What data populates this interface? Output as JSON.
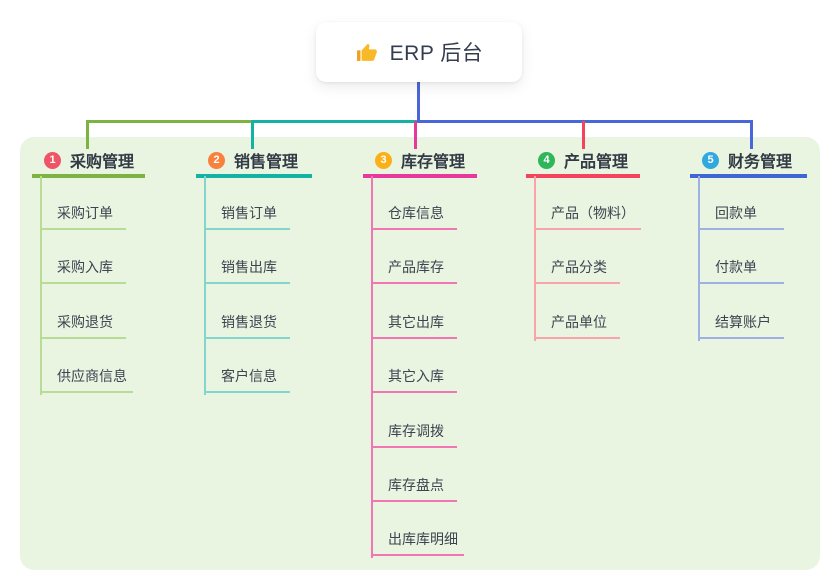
{
  "root": {
    "title": "ERP 后台",
    "icon": "thumbs-up",
    "stem_color": "#4a67d9"
  },
  "panel": {
    "background": "#e9f5e1"
  },
  "branches": [
    {
      "badge": "1",
      "label": "采购管理",
      "colors": {
        "badge": "#ee5566",
        "strong": "#7cb342",
        "light": "#b7dc96"
      },
      "children": [
        "采购订单",
        "采购入库",
        "采购退货",
        "供应商信息"
      ]
    },
    {
      "badge": "2",
      "label": "销售管理",
      "colors": {
        "badge": "#f9813e",
        "strong": "#13b2a4",
        "light": "#82d6cd"
      },
      "children": [
        "销售订单",
        "销售出库",
        "销售退货",
        "客户信息"
      ]
    },
    {
      "badge": "3",
      "label": "库存管理",
      "colors": {
        "badge": "#fbb017",
        "strong": "#e6399b",
        "light": "#f176b3"
      },
      "children": [
        "仓库信息",
        "产品库存",
        "其它出库",
        "其它入库",
        "库存调拨",
        "库存盘点",
        "出库库明细"
      ]
    },
    {
      "badge": "4",
      "label": "产品管理",
      "colors": {
        "badge": "#2fb55c",
        "strong": "#f4435c",
        "light": "#f9a3ab"
      },
      "children": [
        "产品（物料）",
        "产品分类",
        "产品单位"
      ]
    },
    {
      "badge": "5",
      "label": "财务管理",
      "colors": {
        "badge": "#31a9de",
        "strong": "#3f66d4",
        "light": "#9db1e4"
      },
      "children": [
        "回款单",
        "付款单",
        "结算账户"
      ]
    }
  ]
}
